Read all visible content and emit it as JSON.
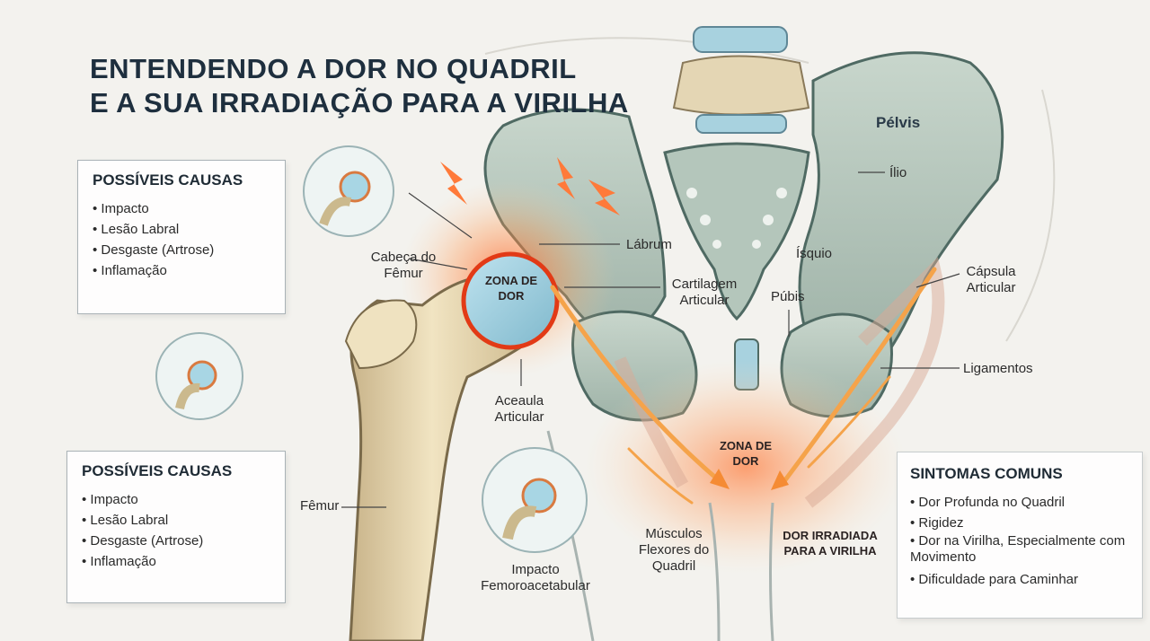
{
  "title": {
    "line1": "ENTENDENDO A DOR NO QUADRIL",
    "line2": "E A SUA IRRADIAÇÃO PARA A VIRILHA"
  },
  "causes_top": {
    "heading": "POSSÍVEIS CAUSAS",
    "items": [
      "Impacto",
      "Lesão Labral",
      "Desgaste (Artrose)",
      "Inflamação"
    ]
  },
  "causes_bottom": {
    "heading": "POSSÍVEIS CAUSAS",
    "items": [
      "Impacto",
      "Lesão Labral",
      "Desgaste (Artrose)",
      "Inflamação"
    ]
  },
  "symptoms": {
    "heading": "SINTOMAS COMUNS",
    "items": [
      "Dor Profunda no Quadril",
      "Rigidez",
      "Dor na Virilha, Especialmente com Movimento",
      "Dificuldade para Caminhar"
    ]
  },
  "labels": {
    "cabeca_femur": "Cabeça do Fêmur",
    "zona_dor_hip": "ZONA DE DOR",
    "labrum": "Lábrum",
    "cartilagem": "Cartilagem Articular",
    "aceaula": "Aceaula Articular",
    "femur": "Fêmur",
    "impacto_fa": "Impacto Femoroacetabular",
    "musculos": "Músculos Flexores do Quadril",
    "zona_dor_groin": "ZONA DE DOR",
    "dor_irradiada": "DOR IRRADIADA PARA A VIRILHA",
    "pelvis": "Pélvis",
    "ilio": "Ílio",
    "isquio": "Ísquio",
    "pubis": "Púbis",
    "capsula": "Cápsula Articular",
    "ligamentos": "Ligamentos"
  },
  "colors": {
    "bone": "#e8d9b4",
    "pelvis": "#b9c9bf",
    "pain": "#f26a2e",
    "cartilage": "#a6d4e4"
  }
}
